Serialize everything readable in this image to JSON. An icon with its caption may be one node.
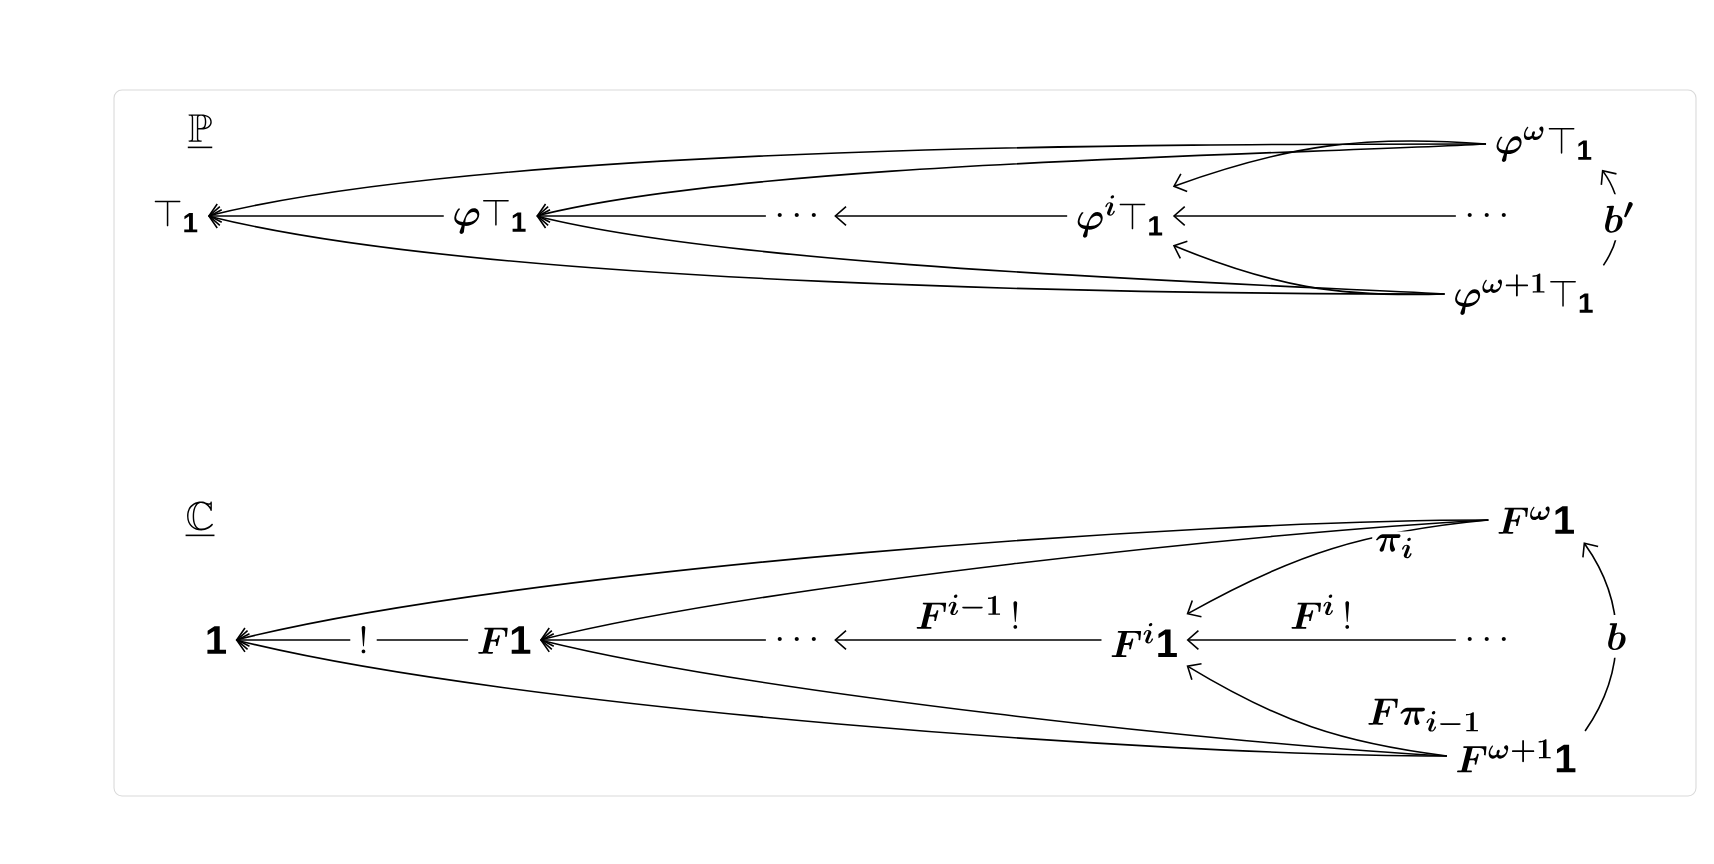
{
  "diagram": {
    "nodes": [
      {
        "text": [
          "\\top_{\\mathbf{1}}"
        ]
      },
      {
        "text": [
          "\\boldsymbol{\\varphi}\\top_{\\mathbf{1}}"
        ]
      },
      {
        "text": [
          "\\cdots"
        ]
      },
      {
        "text": [
          "\\boldsymbol{\\varphi^{i}}\\top_{\\mathbf{1}}"
        ]
      },
      {
        "text": [
          "\\cdots"
        ]
      },
      {
        "text": [
          "\\boldsymbol{\\varphi^{\\omega}}\\top_{\\mathbf{1}}"
        ]
      },
      {
        "text": [
          "\\boldsymbol{\\varphi^{\\omega+1}}\\top_{\\mathbf{1}}"
        ]
      },
      {
        "text": [
          "\\mathbf{1}"
        ]
      },
      {
        "text": [
          "\\boldsymbol{F}\\mathbf{1}"
        ]
      },
      {
        "text": [
          "\\cdots"
        ]
      },
      {
        "text": [
          "\\boldsymbol{F^{i}}\\mathbf{1}"
        ]
      },
      {
        "text": [
          "\\cdots"
        ]
      },
      {
        "text": [
          "\\boldsymbol{F^{\\omega}}\\mathbf{1}"
        ]
      },
      {
        "text": [
          "\\boldsymbol{F^{\\omega+1}}\\mathbf{1}"
        ]
      }
    ],
    "edges": [
      {
        "from": 1,
        "to": 0,
        "arrow": "to"
      },
      {
        "from": 3,
        "to": 2,
        "arrow": "to"
      },
      {
        "from": 2,
        "to": 1,
        "arrow": "to"
      },
      {
        "from": 4,
        "to": 3,
        "arrow": "to"
      },
      {
        "from": 5,
        "to": 3,
        "arrow": "to"
      },
      {
        "from": 6,
        "to": 3,
        "arrow": "to"
      },
      {
        "from": 5,
        "to": 1,
        "arrow": "to"
      },
      {
        "from": 5,
        "to": 0,
        "arrow": "to"
      },
      {
        "from": 6,
        "to": 1,
        "arrow": "to"
      },
      {
        "from": 6,
        "to": 0,
        "arrow": "to"
      },
      {
        "from": 6,
        "to": 5,
        "arrow": "to",
        "label": "\\boldsymbol{b'}"
      },
      {
        "from": 8,
        "to": 7,
        "arrow": "to",
        "label": "\\mathbf{!}"
      },
      {
        "from": 10,
        "to": 9,
        "arrow": "to",
        "label": "\\boldsymbol{F^{i-1}}\\,\\mathbf{!}"
      },
      {
        "from": 9,
        "to": 8,
        "arrow": "to"
      },
      {
        "from": 11,
        "to": 10,
        "arrow": "to",
        "label": "\\boldsymbol{F^{i}}\\,\\mathbf{!}"
      },
      {
        "from": 12,
        "to": 10,
        "arrow": "to",
        "label": "\\boldsymbol{\\pi_{i}}"
      },
      {
        "from": 13,
        "to": 10,
        "arrow": "to",
        "label": "\\boldsymbol{F\\pi_{i-1}}"
      },
      {
        "from": 12,
        "to": 8,
        "arrow": "to"
      },
      {
        "from": 12,
        "to": 7,
        "arrow": "to"
      },
      {
        "from": 13,
        "to": 8,
        "arrow": "to"
      },
      {
        "from": 13,
        "to": 7,
        "arrow": "to"
      },
      {
        "from": 13,
        "to": 12,
        "arrow": "to",
        "label": "\\boldsymbol{b}"
      }
    ],
    "labels": [
      "\\underline{\\mathbb{P}}",
      "\\underline{\\mathbb{C}}"
    ]
  }
}
